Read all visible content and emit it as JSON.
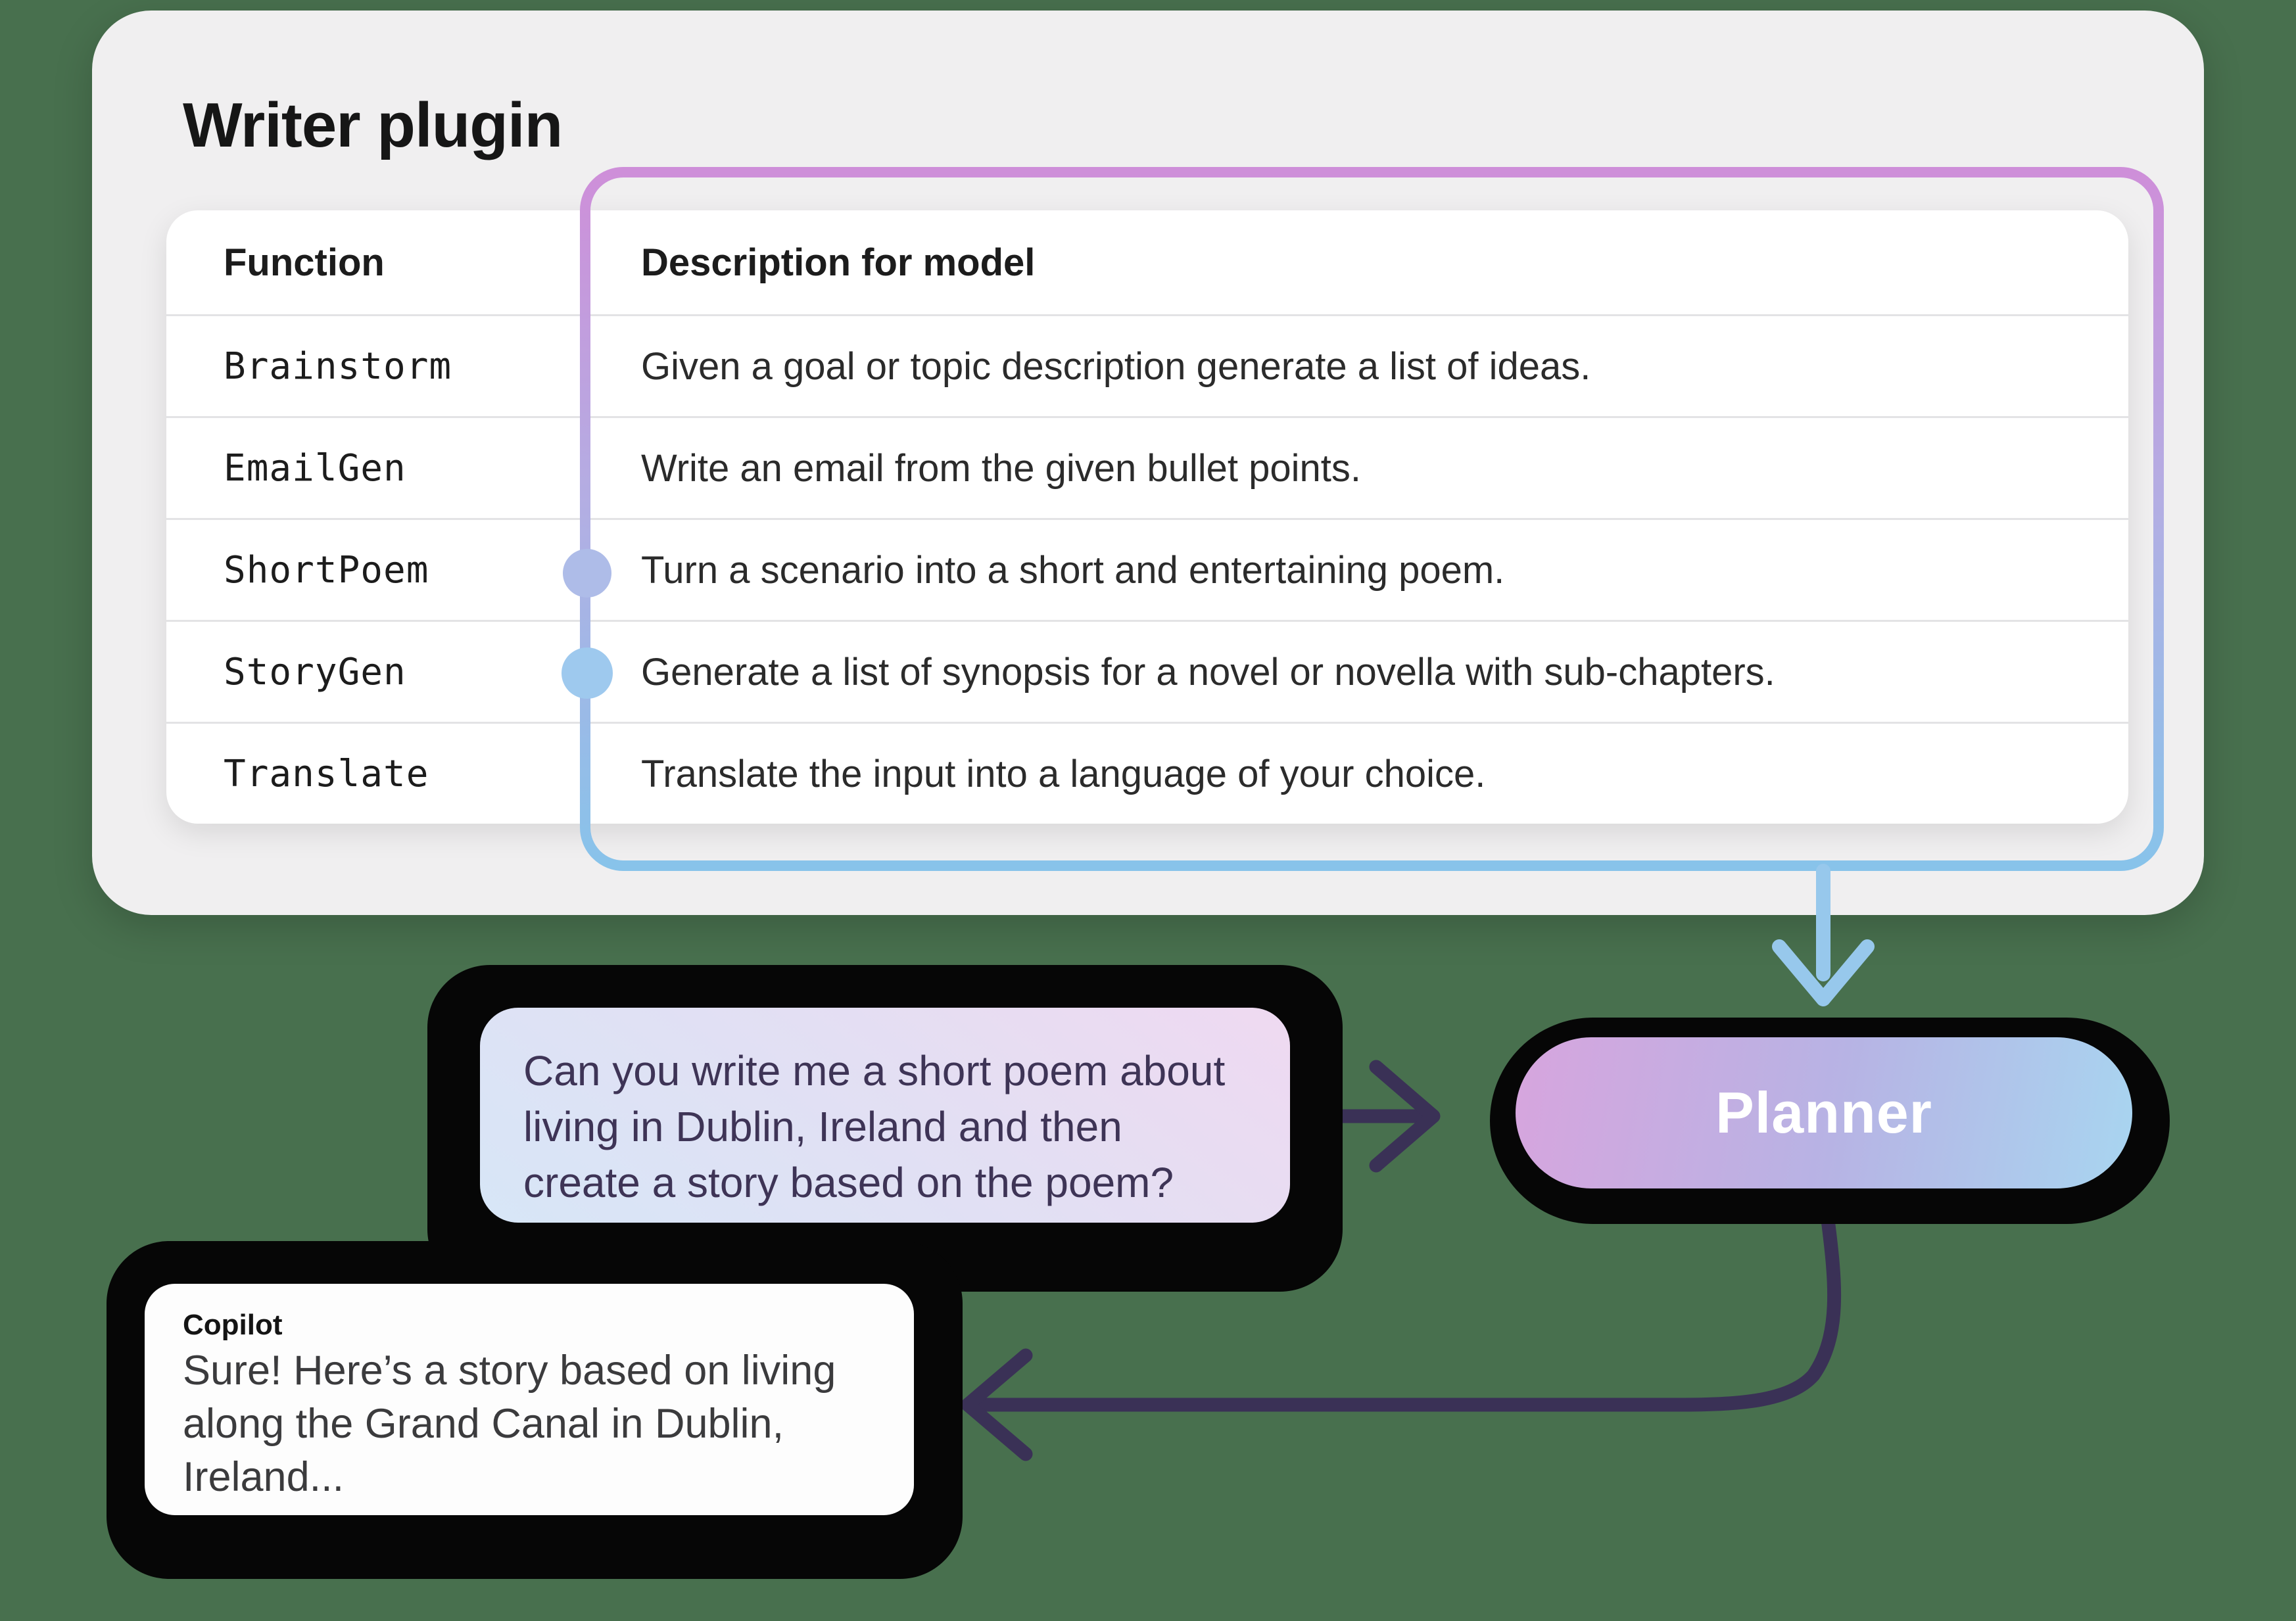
{
  "plugin_card": {
    "title": "Writer plugin",
    "table": {
      "headers": {
        "function": "Function",
        "description": "Description for model"
      },
      "rows": [
        {
          "function": "Brainstorm",
          "description": "Given a goal or topic description generate a list of ideas."
        },
        {
          "function": "EmailGen",
          "description": "Write an email from the given bullet points."
        },
        {
          "function": "ShortPoem",
          "description": "Turn a scenario into a short and entertaining poem."
        },
        {
          "function": "StoryGen",
          "description": "Generate a list of synopsis for a novel or novella with sub-chapters."
        },
        {
          "function": "Translate",
          "description": "Translate the input into a language of your choice."
        }
      ],
      "highlighted_rows": [
        "ShortPoem",
        "StoryGen"
      ]
    }
  },
  "flow": {
    "user_message": {
      "lines": [
        "Can you write me a short poem about",
        "living in Dublin, Ireland and then",
        "create a story based on the poem?"
      ]
    },
    "planner_label": "Planner",
    "copilot_message": {
      "sender": "Copilot",
      "lines": [
        "Sure! Here’s a story based on living",
        "along the Grand Canal in Dublin,",
        "Ireland..."
      ]
    }
  },
  "icons": {
    "down_arrow": "chevron-down-arrow",
    "right_arrow": "chevron-right-arrow",
    "return_arrow": "curved-left-arrow",
    "selection_dots": "connector-dots"
  },
  "colors": {
    "background": "#48704e",
    "card_bg": "#f0eff0",
    "table_bg": "#ffffff",
    "row_divider": "#e3e3e5",
    "border_gradient_top": "#ce8fd9",
    "border_gradient_mid": "#b3aee3",
    "border_gradient_bottom": "#88c3ea",
    "dot_shortpoem": "#aebce8",
    "dot_storygen": "#9ec9ee",
    "blue_arrow": "#97c8ec",
    "dark_arrow": "#3a3156",
    "planner_gradient_from": "#d7a5de",
    "planner_gradient_to": "#a8d5f0",
    "planner_text": "#ffffff",
    "user_bubble_from": "#d7e6f7",
    "user_bubble_to": "#efd9f1",
    "user_text": "#3e3456",
    "copilot_text": "#3b3b3d",
    "shadow_blob": "#060606"
  }
}
